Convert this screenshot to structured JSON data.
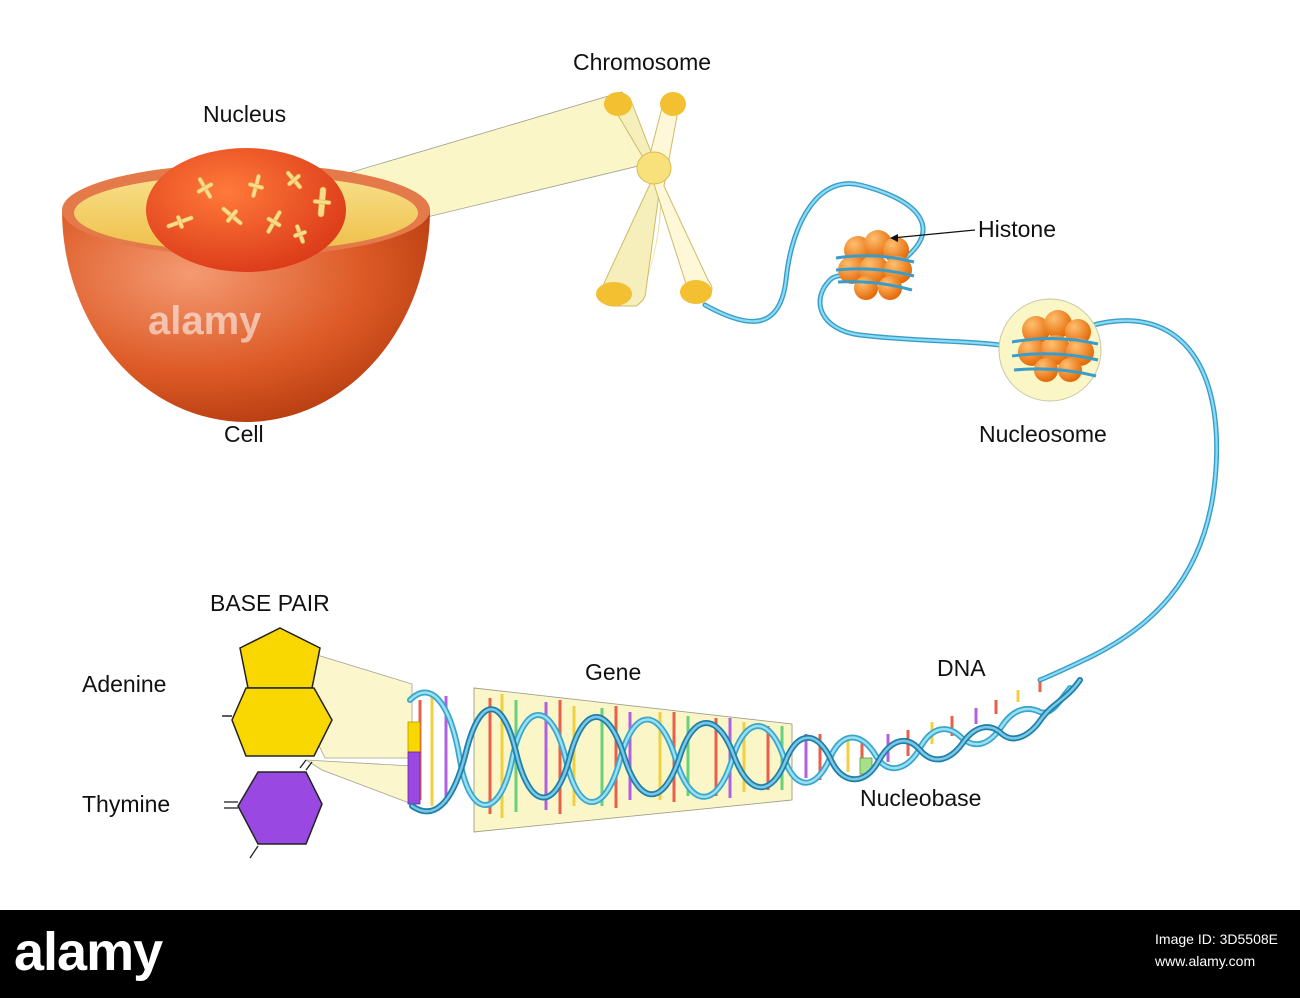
{
  "labels": {
    "nucleus": "Nucleus",
    "chromosome": "Chromosome",
    "histone": "Histone",
    "cell": "Cell",
    "nucleosome": "Nucleosome",
    "base_pair": "BASE PAIR",
    "gene": "Gene",
    "dna": "DNA",
    "adenine": "Adenine",
    "thymine": "Thymine",
    "nucleobase": "Nucleobase"
  },
  "watermark": {
    "text": "alamy"
  },
  "footer": {
    "logo": "alamy",
    "image_id": "Image ID: 3D5508E",
    "site": "www.alamy.com"
  },
  "colors": {
    "cell_outer": "#d04a18",
    "cell_inner": "#f6d86a",
    "nucleus": "#ee4a22",
    "chromosome": "#f6efc0",
    "chromosome_tips": "#f2c030",
    "dna_strand": "#5fc6e6",
    "histone": "#f08a1a",
    "callout_fill": "#fbf6c6",
    "adenine": "#f8d800",
    "thymine": "#9a48e2"
  }
}
